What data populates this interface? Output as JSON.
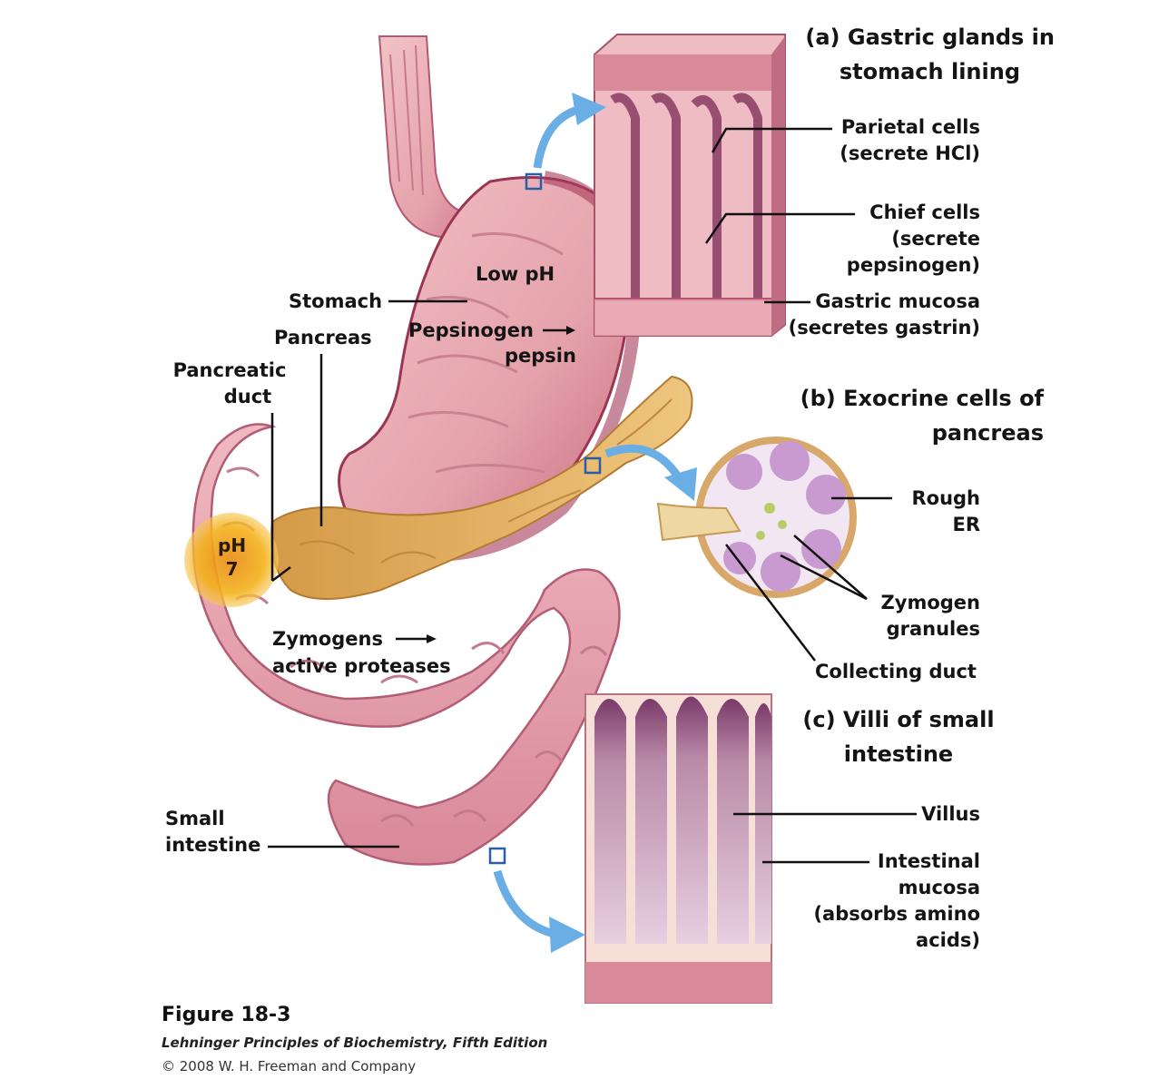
{
  "labels": {
    "gastric_head_1": "(a) Gastric glands in",
    "gastric_head_2": "stomach lining",
    "parietal_1": "Parietal cells",
    "parietal_2": "(secrete HCl)",
    "chief_1": "Chief cells",
    "chief_2": "(secrete",
    "chief_3": "pepsinogen)",
    "mucosa_1": "Gastric mucosa",
    "mucosa_2": "(secretes gastrin)",
    "low_ph": "Low pH",
    "stomach": "Stomach",
    "pepsinogen": "Pepsinogen",
    "pepsin": "pepsin",
    "pancreas": "Pancreas",
    "pancreatic_1": "Pancreatic",
    "pancreatic_2": "duct",
    "exocrine_head_1": "(b) Exocrine cells of",
    "exocrine_head_2": "pancreas",
    "rough_1": "Rough",
    "rough_2": "ER",
    "zymogen_1": "Zymogen",
    "zymogen_2": "granules",
    "collecting": "Collecting duct",
    "ph_1": "pH",
    "ph_2": "7",
    "zymogens": "Zymogens",
    "active_proteases": "active proteases",
    "villi_head_1": "(c) Villi of small",
    "villi_head_2": "intestine",
    "villus": "Villus",
    "intestinal_1": "Intestinal",
    "intestinal_2": "mucosa",
    "intestinal_3": "(absorbs amino",
    "intestinal_4": "acids)",
    "small_1": "Small",
    "small_2": "intestine"
  },
  "caption": {
    "figure": "Figure 18-3",
    "book": "Lehninger Principles of Biochemistry, Fifth Edition",
    "copyright": "© 2008 W. H. Freeman and Company"
  },
  "colors": {
    "tissue": "#e9a3ad",
    "tissue_dark": "#b2455f",
    "pancreas": "#dcaa5d",
    "arrow": "#6aaee6",
    "highlight": "#f4b21b"
  }
}
